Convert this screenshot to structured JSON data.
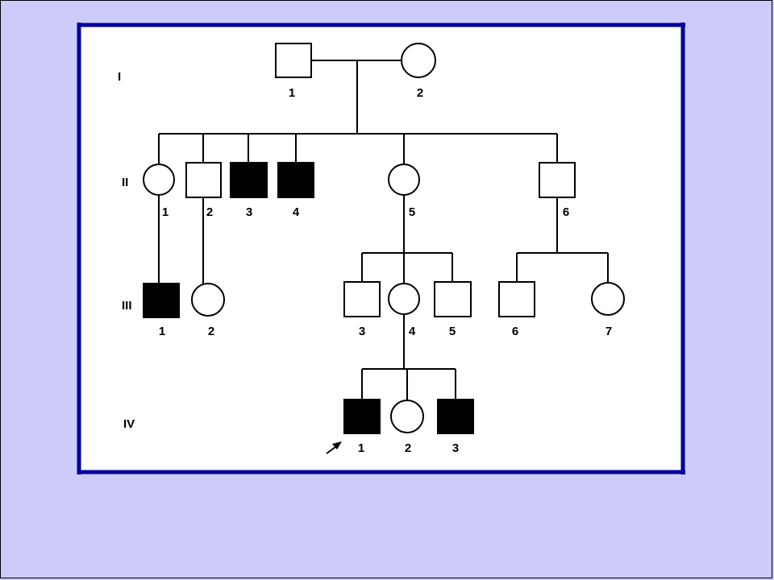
{
  "colors": {
    "background": "#cccbfa",
    "panel": "#ffffff",
    "border": "#00009b",
    "affected": "#000000"
  },
  "generations": {
    "I": {
      "label": "I"
    },
    "II": {
      "label": "II"
    },
    "III": {
      "label": "III"
    },
    "IV": {
      "label": "IV"
    }
  },
  "individuals": {
    "I1": {
      "label": "1",
      "sex": "male",
      "affected": false
    },
    "I2": {
      "label": "2",
      "sex": "female",
      "affected": false
    },
    "II1": {
      "label": "1",
      "sex": "female",
      "affected": false
    },
    "II2": {
      "label": "2",
      "sex": "male",
      "affected": false
    },
    "II3": {
      "label": "3",
      "sex": "male",
      "affected": true
    },
    "II4": {
      "label": "4",
      "sex": "male",
      "affected": true
    },
    "II5": {
      "label": "5",
      "sex": "female",
      "affected": false
    },
    "II6": {
      "label": "6",
      "sex": "male",
      "affected": false
    },
    "III1": {
      "label": "1",
      "sex": "male",
      "affected": true
    },
    "III2": {
      "label": "2",
      "sex": "female",
      "affected": false
    },
    "III3": {
      "label": "3",
      "sex": "male",
      "affected": false
    },
    "III4": {
      "label": "4",
      "sex": "female",
      "affected": false
    },
    "III5": {
      "label": "5",
      "sex": "male",
      "affected": false
    },
    "III6": {
      "label": "6",
      "sex": "male",
      "affected": false
    },
    "III7": {
      "label": "7",
      "sex": "female",
      "affected": false
    },
    "IV1": {
      "label": "1",
      "sex": "male",
      "affected": true,
      "proband": true
    },
    "IV2": {
      "label": "2",
      "sex": "female",
      "affected": false
    },
    "IV3": {
      "label": "3",
      "sex": "male",
      "affected": true
    }
  }
}
